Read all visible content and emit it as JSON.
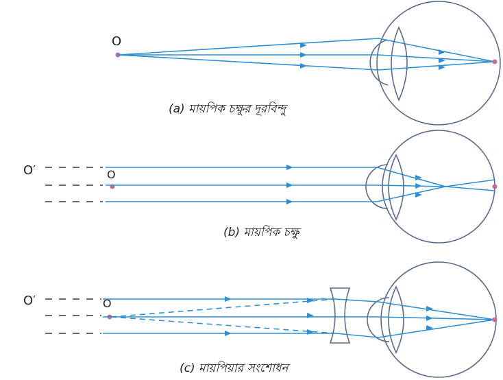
{
  "panels": [
    {
      "caption": "(a) মায়পিক চক্ষুর দূরবিন্দু",
      "object_label": "O"
    },
    {
      "caption": "(b)  মায়পিক চক্ষু",
      "far_label": "O′",
      "object_label": "O"
    },
    {
      "caption": "(c)  মায়পিয়ার সংশোধন",
      "far_label": "O′",
      "object_label": "O"
    }
  ],
  "colors": {
    "ray": "#2f8fd4",
    "eye": "#5a6a8c",
    "point": "#c96a95"
  }
}
